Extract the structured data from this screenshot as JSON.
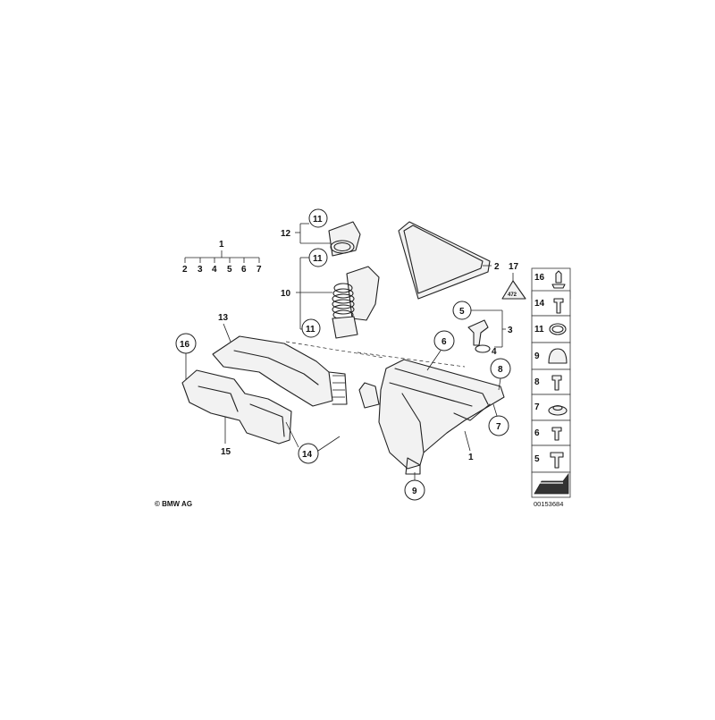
{
  "title": "",
  "parts": {
    "p1": "1",
    "p2": "2",
    "p3": "3",
    "p4": "4",
    "p5": "5",
    "p6": "6",
    "p7": "7",
    "p8": "8",
    "p9": "9",
    "p10": "10",
    "p11": "11",
    "p12": "12",
    "p13": "13",
    "p14": "14",
    "p15": "15",
    "p16": "16",
    "p17": "17"
  },
  "tree_labels": [
    "2",
    "3",
    "4",
    "5",
    "6",
    "7"
  ],
  "sidebar_items": [
    "16",
    "14",
    "11",
    "9",
    "8",
    "7",
    "6",
    "5"
  ],
  "copyright": "© BMW AG",
  "diagram_id": "00153684",
  "colors": {
    "line": "#222222",
    "fill": "#f2f2f2",
    "background": "#ffffff"
  }
}
